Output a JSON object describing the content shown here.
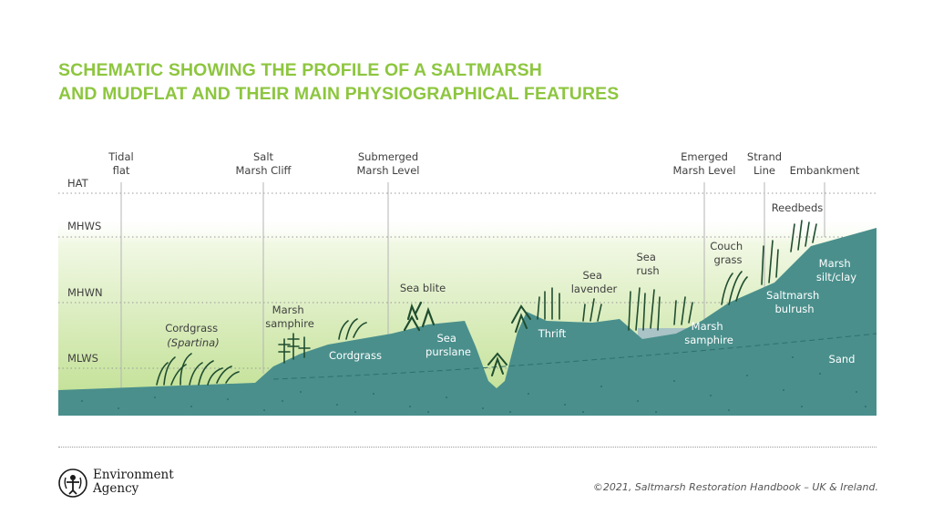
{
  "title": {
    "line1": "SCHEMATIC SHOWING THE PROFILE OF A SALTMARSH",
    "line2": "AND MUDFLAT AND THEIR MAIN PHYSIOGRAPHICAL FEATURES"
  },
  "tide_levels": [
    "HAT",
    "MHWS",
    "MHWN",
    "MLWS"
  ],
  "zones": [
    [
      "Tidal",
      "flat"
    ],
    [
      "Salt",
      "Marsh Cliff"
    ],
    [
      "Submerged",
      "Marsh Level"
    ],
    [
      "Emerged",
      "Marsh Level"
    ],
    [
      "Strand",
      "Line"
    ],
    [
      "Embankment"
    ]
  ],
  "labels": {
    "cordgrass_spartina_1": "Cordgrass",
    "cordgrass_spartina_2": "(Spartina)",
    "marsh_samphire_1": [
      "Marsh",
      "samphire"
    ],
    "sea_blite": "Sea blite",
    "cordgrass": "Cordgrass",
    "sea_purslane": [
      "Sea",
      "purslane"
    ],
    "thrift": "Thrift",
    "sea_lavender": [
      "Sea",
      "lavender"
    ],
    "sea_rush": [
      "Sea",
      "rush"
    ],
    "couch_grass": [
      "Couch",
      "grass"
    ],
    "reedbeds": "Reedbeds",
    "marsh_silt_clay": [
      "Marsh",
      "silt/clay"
    ],
    "saltmarsh_bulrush": [
      "Saltmarsh",
      "bulrush"
    ],
    "marsh_samphire_2": [
      "Marsh",
      "samphire"
    ],
    "sand": "Sand"
  },
  "colors": {
    "title": "#8dc63f",
    "marsh": "#4a8f8c",
    "water_glow": "#cfe6a6",
    "plant": "#1f4d2f",
    "water": "#a9c3c6"
  },
  "footer": {
    "logo_line1": "Environment",
    "logo_line2": "Agency",
    "credit": "©2021, Saltmarsh Restoration Handbook – UK & Ireland."
  }
}
